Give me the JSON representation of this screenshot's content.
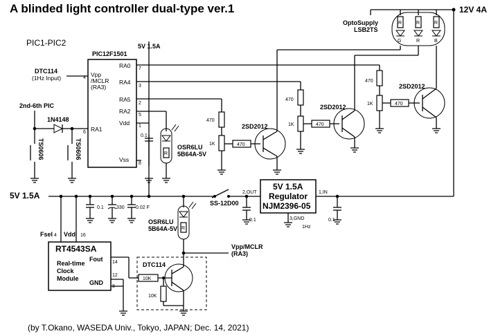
{
  "title": "A blinded light controller  dual-type ver.1",
  "subtitle": "PIC1-PIC2",
  "footer": "(by T.Okano, WASEDA Univ., Tokyo, JAPAN; Dec. 14, 2021)",
  "supply": {
    "top_rail": "12V 4A",
    "pic_rail": "5V 1.5A",
    "main_rail": "5V 1.5A"
  },
  "pic": {
    "name": "PIC12F1501",
    "pins": {
      "ra0": "RA0",
      "ra4": "RA4",
      "ra5": "RA5",
      "ra2": "RA2",
      "vdd": "Vdd",
      "vss": "Vss",
      "vpp": "Vpp",
      "mclr": "/MCLR",
      "ra3": "(RA3)",
      "ra1": "RA1"
    },
    "pin_numbers": {
      "ra0": "7",
      "ra4": "3",
      "ra5": "2",
      "ra2": "5",
      "vdd": "1",
      "vss": "8",
      "vpp": "4",
      "ra1": "6"
    }
  },
  "dtc_input": {
    "name": "DTC114",
    "note": "(1Hz Input)"
  },
  "pic_chain": {
    "label": "2nd-6th PIC",
    "diode": "1N4148",
    "switch_a": "TS0606",
    "switch_b": "TS0606"
  },
  "pic_cap": "0.1",
  "led_top": {
    "name": "OSR6LU",
    "part": "5B64A-5V",
    "r": "R"
  },
  "opto": {
    "name": "OptoSupply",
    "part": "LSB2TS",
    "resistor": "R",
    "g": "G",
    "r": "R",
    "b": "B"
  },
  "channels": {
    "transistor": "2SD2012",
    "r_top": "470",
    "r_pot": "1K",
    "r_base": "470"
  },
  "regulator": {
    "label": "5V 1.5A",
    "title": "Regulator",
    "part": "NJM2396-05",
    "pin_out": "2,OUT",
    "pin_in": "1,IN",
    "pin_gnd": "3,GND",
    "cap_in": "0.1",
    "cap_out": "0.1"
  },
  "switch_main": "SS-12D00",
  "bus_caps": {
    "c1": "0.1",
    "c2": "330",
    "c3": "0.02 F"
  },
  "rtc": {
    "name": "RT4543SA",
    "l1": "Real-time",
    "l2": "Clock",
    "l3": "Module",
    "fsel": "Fsel",
    "fsel_pin": "4",
    "vdd": "Vdd",
    "vdd_pin": "16",
    "fout": "Fout",
    "fout_pin": "14",
    "gnd": "GND",
    "gnd_pin1": "12",
    "gnd_pin2": "8"
  },
  "led_bottom": {
    "name": "OSR6LU",
    "part": "5B64A-5V",
    "r": "R",
    "freq": "1Hz"
  },
  "dtc_out": {
    "name": "DTC114",
    "r1": "10K",
    "r2": "10K",
    "out_l1": "Vpp/MCLR",
    "out_l2": "(RA3)"
  }
}
